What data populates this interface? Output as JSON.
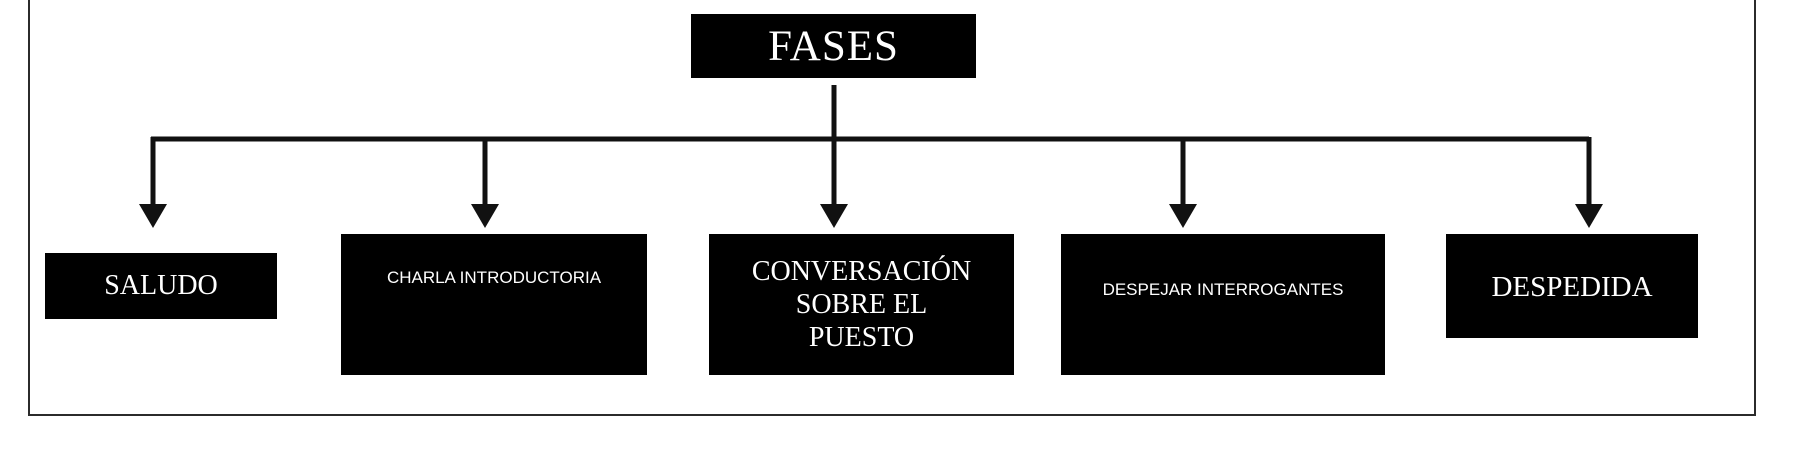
{
  "diagram": {
    "root": {
      "label": "FASES"
    },
    "children": [
      {
        "id": "saludo",
        "label": "SALUDO"
      },
      {
        "id": "charla",
        "label": "CHARLA INTRODUCTORIA"
      },
      {
        "id": "conversacion",
        "label": "CONVERSACIÓN\nSOBRE EL\nPUESTO"
      },
      {
        "id": "despejar",
        "label": "DESPEJAR INTERROGANTES"
      },
      {
        "id": "despedida",
        "label": "DESPEDIDA"
      }
    ]
  },
  "colors": {
    "box_fill": "#000000",
    "box_text": "#ffffff",
    "connector": "#111111",
    "frame_border": "#2b2b2b"
  }
}
